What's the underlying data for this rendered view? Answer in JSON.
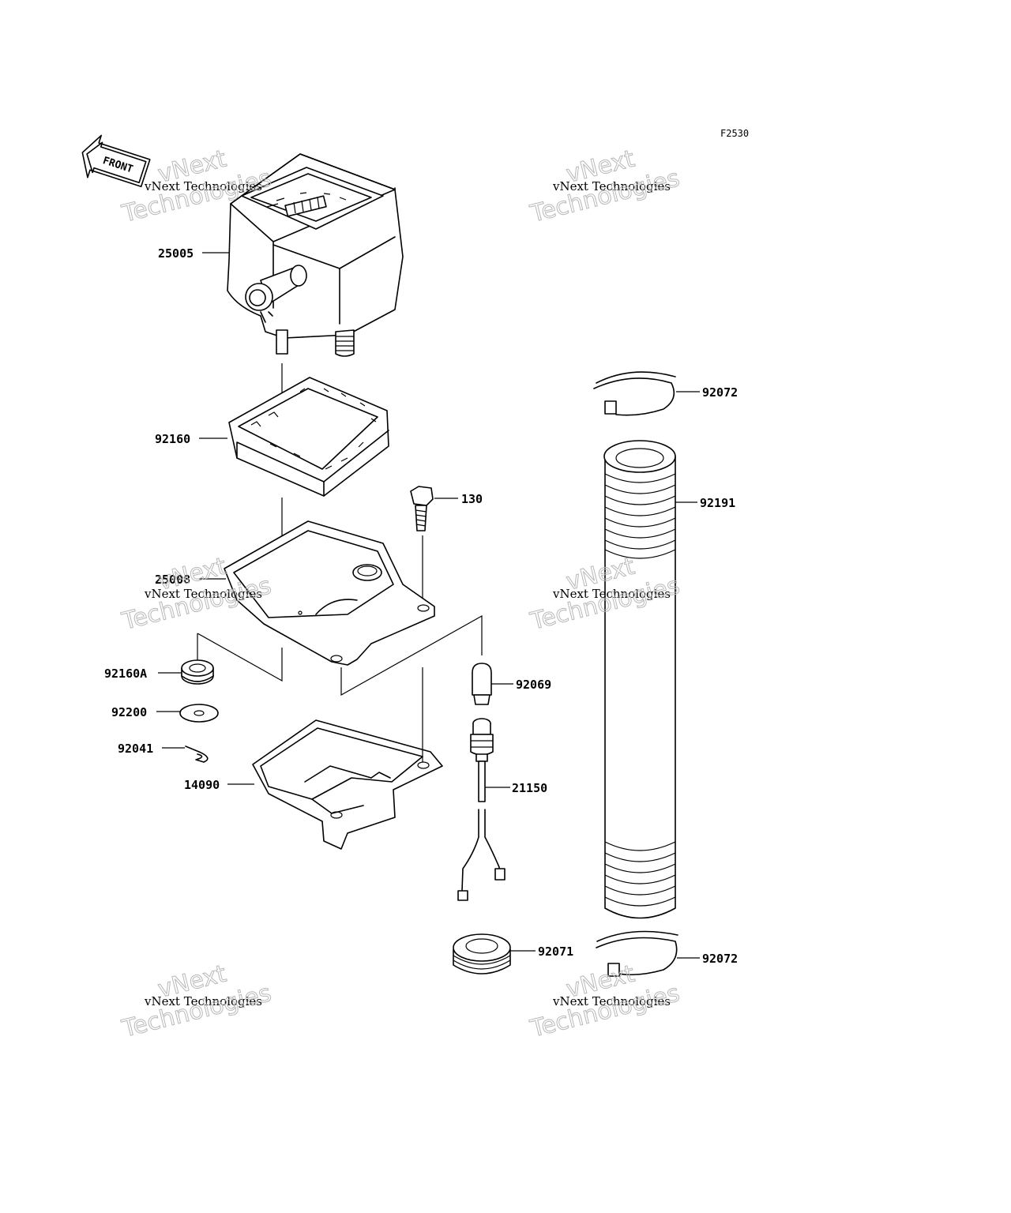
{
  "figure_code": "F2530",
  "front_label": "FRONT",
  "watermark": {
    "line1": "vNext Technologies",
    "line2": "vNext",
    "line3": "Technologies"
  },
  "parts": [
    {
      "id": "25005"
    },
    {
      "id": "92160"
    },
    {
      "id": "130"
    },
    {
      "id": "25008"
    },
    {
      "id": "92160A"
    },
    {
      "id": "92200"
    },
    {
      "id": "92041"
    },
    {
      "id": "14090"
    },
    {
      "id": "92069"
    },
    {
      "id": "21150"
    },
    {
      "id": "92071"
    },
    {
      "id": "92072"
    },
    {
      "id": "92191"
    },
    {
      "id": "92072"
    }
  ]
}
